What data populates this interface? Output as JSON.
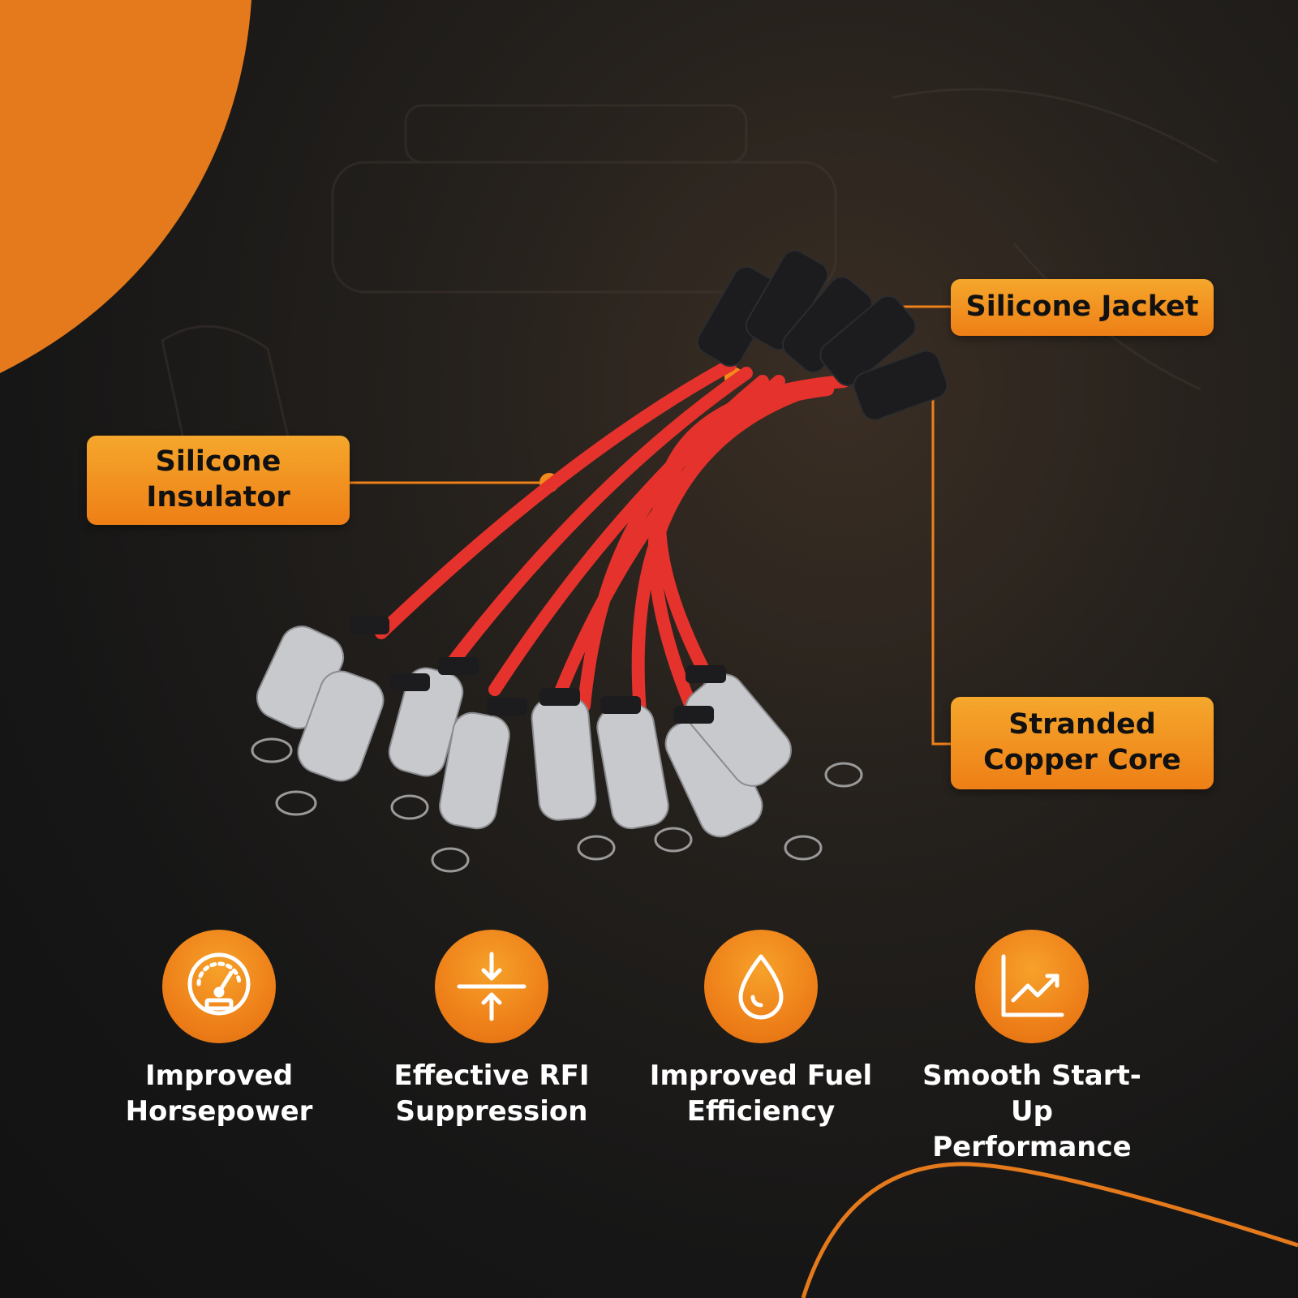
{
  "callouts": {
    "jacket": "Silicone Jacket",
    "insulator_line1": "Silicone",
    "insulator_line2": "Insulator",
    "copper_line1": "Stranded",
    "copper_line2": "Copper Core"
  },
  "features": [
    {
      "icon": "speedometer-icon",
      "line1": "Improved",
      "line2": "Horsepower"
    },
    {
      "icon": "compress-arrows-icon",
      "line1": "Effective RFI",
      "line2": "Suppression"
    },
    {
      "icon": "fuel-drop-icon",
      "line1": "Improved Fuel",
      "line2": "Efficiency"
    },
    {
      "icon": "rising-chart-icon",
      "line1": "Smooth Start-Up",
      "line2": "Performance"
    }
  ],
  "colors": {
    "accent_orange": "#ee8019",
    "wire_red": "#e5322c",
    "background_dark": "#161616"
  }
}
